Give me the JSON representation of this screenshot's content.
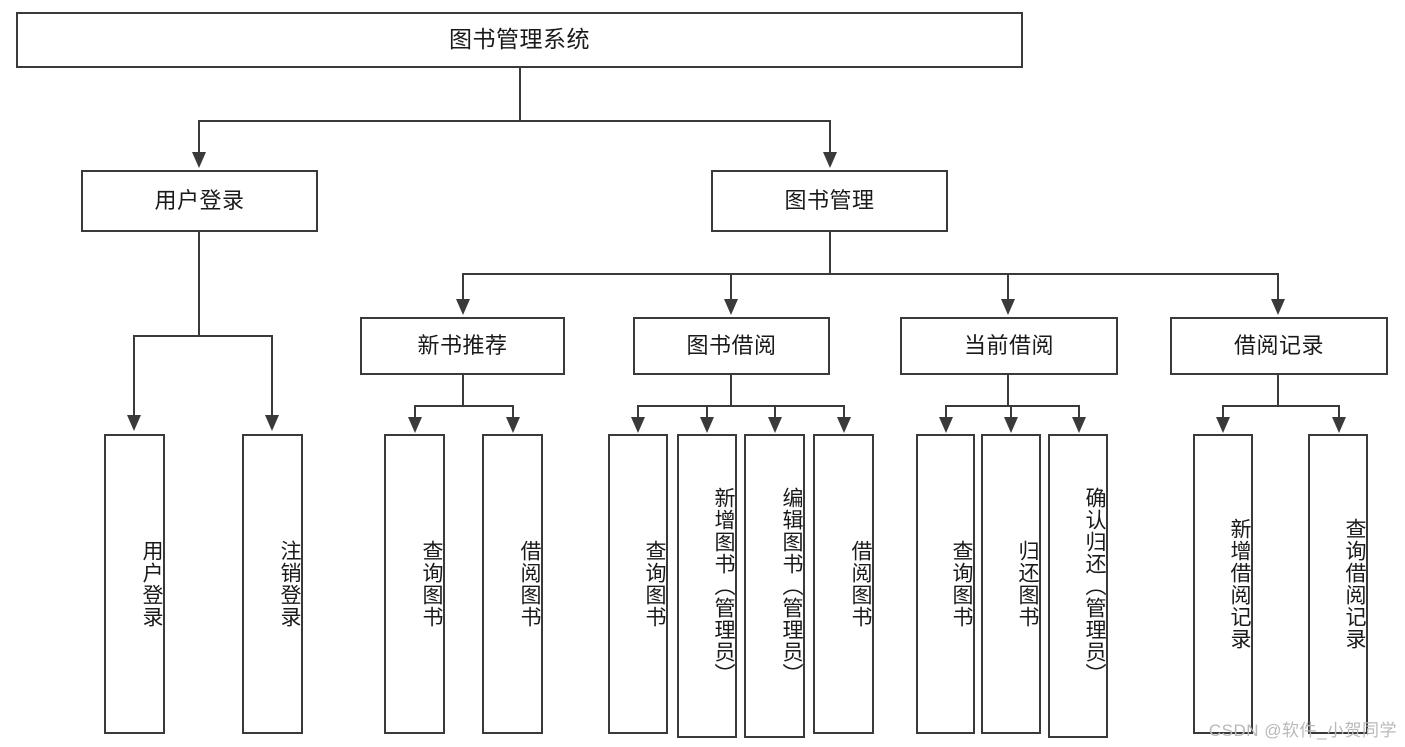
{
  "diagram": {
    "title": "图书管理系统",
    "watermark": "CSDN @软件_小贺同学",
    "type": "tree",
    "orientation": "top-down",
    "style": {
      "box_fill": "#ffffff",
      "box_stroke": "#3a3a3a",
      "text_color": "#1a1a1a",
      "background": "#ffffff",
      "watermark_color": "#b9b9b9"
    }
  },
  "nodes": {
    "root": {
      "label": "图书管理系统",
      "level": 1,
      "text_orientation": "horizontal"
    },
    "l2": [
      {
        "id": "user-login",
        "label": "用户登录",
        "level": 2,
        "text_orientation": "horizontal"
      },
      {
        "id": "book-manage",
        "label": "图书管理",
        "level": 2,
        "text_orientation": "horizontal"
      }
    ],
    "l3": [
      {
        "id": "new-book-recommend",
        "label": "新书推荐",
        "level": 3,
        "text_orientation": "horizontal",
        "parent": "book-manage"
      },
      {
        "id": "book-borrow",
        "label": "图书借阅",
        "level": 3,
        "text_orientation": "horizontal",
        "parent": "book-manage"
      },
      {
        "id": "current-borrow",
        "label": "当前借阅",
        "level": 3,
        "text_orientation": "horizontal",
        "parent": "book-manage"
      },
      {
        "id": "borrow-record",
        "label": "借阅记录",
        "level": 3,
        "text_orientation": "horizontal",
        "parent": "book-manage"
      }
    ],
    "leaves": {
      "user-login": [
        {
          "id": "leaf-user-login",
          "label": "用户登录",
          "text_orientation": "vertical"
        },
        {
          "id": "leaf-logout-login",
          "label": "注销登录",
          "text_orientation": "vertical"
        }
      ],
      "new-book-recommend": [
        {
          "id": "leaf-query-book-1",
          "label": "查询图书",
          "text_orientation": "vertical"
        },
        {
          "id": "leaf-borrow-book-1",
          "label": "借阅图书",
          "text_orientation": "vertical"
        }
      ],
      "book-borrow": [
        {
          "id": "leaf-query-book-2",
          "label": "查询图书",
          "text_orientation": "vertical"
        },
        {
          "id": "leaf-add-book",
          "label": "新增图书（管理员）",
          "text_orientation": "vertical"
        },
        {
          "id": "leaf-edit-book",
          "label": "编辑图书（管理员）",
          "text_orientation": "vertical"
        },
        {
          "id": "leaf-borrow-book-2",
          "label": "借阅图书",
          "text_orientation": "vertical"
        }
      ],
      "current-borrow": [
        {
          "id": "leaf-query-book-3",
          "label": "查询图书",
          "text_orientation": "vertical"
        },
        {
          "id": "leaf-return-book",
          "label": "归还图书",
          "text_orientation": "vertical"
        },
        {
          "id": "leaf-confirm-return",
          "label": "确认归还（管理员）",
          "text_orientation": "vertical"
        }
      ],
      "borrow-record": [
        {
          "id": "leaf-add-borrow-record",
          "label": "新增借阅记录",
          "text_orientation": "vertical"
        },
        {
          "id": "leaf-query-borrow-record",
          "label": "查询借阅记录",
          "text_orientation": "vertical"
        }
      ]
    }
  }
}
